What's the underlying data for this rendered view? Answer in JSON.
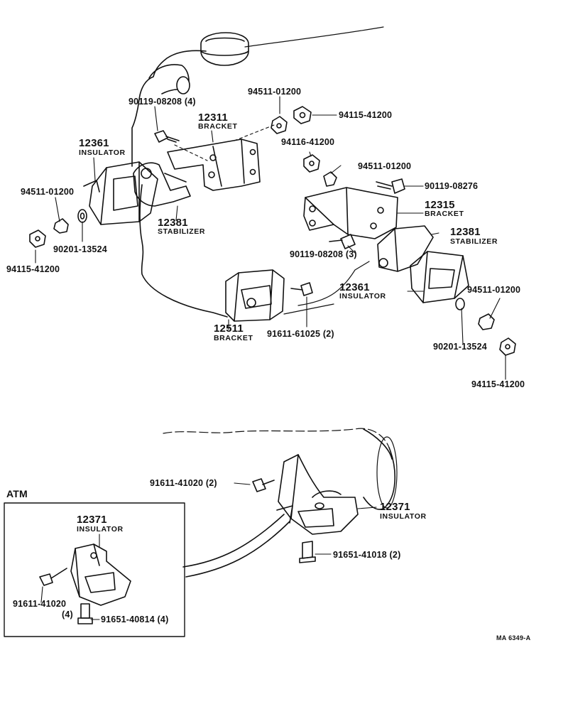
{
  "diagram": {
    "code": "MA 6349-A",
    "atm_label": "ATM",
    "labels": {
      "p_90119_08208_4": "90119-08208 (4)",
      "p_12311": "12311",
      "w_bracket_1": "BRACKET",
      "p_94511_01200_a": "94511-01200",
      "p_94115_41200_a": "94115-41200",
      "p_94116_41200": "94116-41200",
      "p_12361_a": "12361",
      "w_insulator_a": "INSULATOR",
      "p_94511_01200_b": "94511-01200",
      "p_90119_08276": "90119-08276",
      "p_12315": "12315",
      "w_bracket_2": "BRACKET",
      "p_94511_01200_c": "94511-01200",
      "p_12381_a": "12381",
      "w_stabilizer_a": "STABILIZER",
      "p_90201_13524_a": "90201-13524",
      "p_94115_41200_b": "94115-41200",
      "p_90119_08208_3": "90119-08208 (3)",
      "p_12381_b": "12381",
      "w_stabilizer_b": "STABILIZER",
      "p_12361_b": "12361",
      "w_insulator_b": "INSULATOR",
      "p_94511_01200_d": "94511-01200",
      "p_12511": "12511",
      "w_bracket_3": "BRACKET",
      "p_91611_61025_2": "91611-61025 (2)",
      "p_90201_13524_b": "90201-13524",
      "p_94115_41200_c": "94115-41200",
      "p_91611_41020_2": "91611-41020 (2)",
      "p_12371_a": "12371",
      "w_insulator_c": "INSULATOR",
      "p_12371_b": "12371",
      "w_insulator_d": "INSULATOR",
      "p_91651_41018_2": "91651-41018 (2)",
      "p_91611_41020": "91611-41020",
      "p_4": "(4)",
      "p_91651_40814_4": "91651-40814 (4)"
    }
  }
}
